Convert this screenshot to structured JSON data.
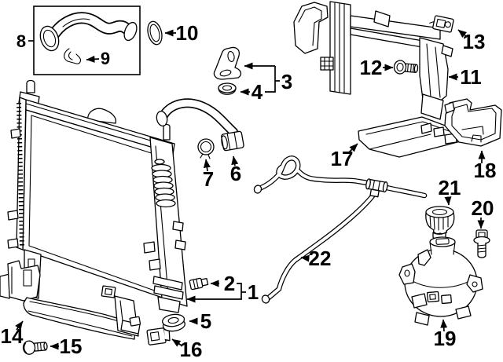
{
  "diagram": {
    "background": "#ffffff",
    "line_color": "#000000",
    "callouts": [
      {
        "label": "1"
      },
      {
        "label": "2"
      },
      {
        "label": "3"
      },
      {
        "label": "4"
      },
      {
        "label": "5"
      },
      {
        "label": "6"
      },
      {
        "label": "7"
      },
      {
        "label": "8"
      },
      {
        "label": "9"
      },
      {
        "label": "10"
      },
      {
        "label": "11"
      },
      {
        "label": "12"
      },
      {
        "label": "13"
      },
      {
        "label": "14"
      },
      {
        "label": "15"
      },
      {
        "label": "16"
      },
      {
        "label": "17"
      },
      {
        "label": "18"
      },
      {
        "label": "19"
      },
      {
        "label": "20"
      },
      {
        "label": "21"
      },
      {
        "label": "22"
      }
    ]
  }
}
